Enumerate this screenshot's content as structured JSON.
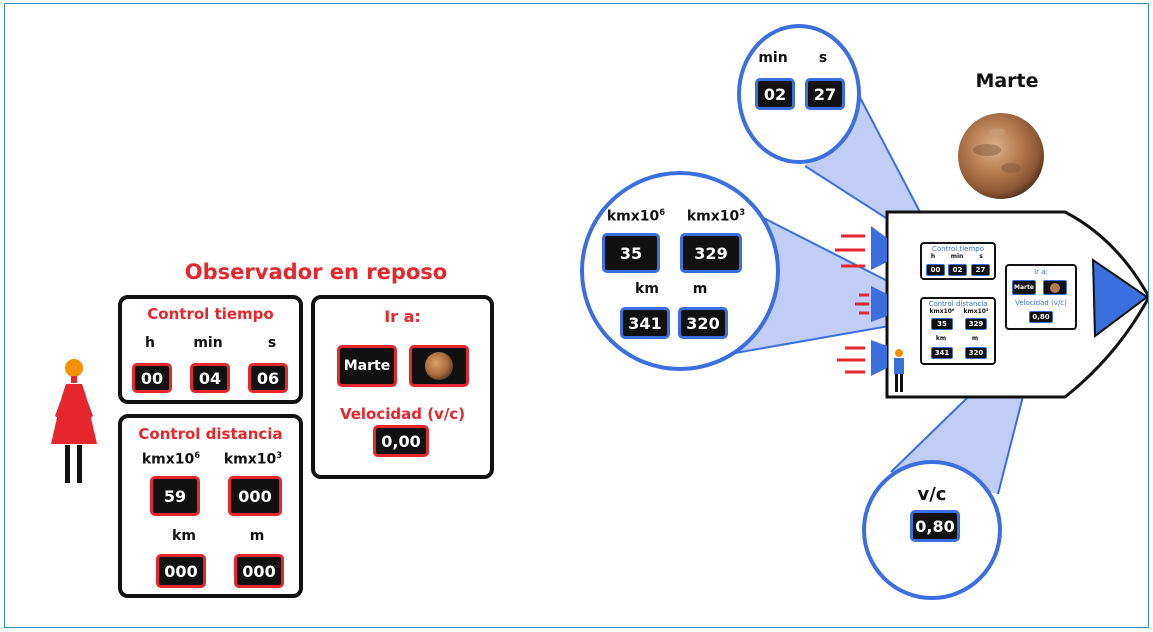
{
  "observer": {
    "title": "Observador en reposo",
    "time_panel": {
      "title": "Control tiempo",
      "labels": {
        "h": "h",
        "min": "min",
        "s": "s"
      },
      "values": {
        "h": "00",
        "min": "04",
        "s": "06"
      }
    },
    "distance_panel": {
      "title": "Control distancia",
      "labels": {
        "mkm": "kmx10",
        "mkm_exp": "6",
        "tkm": "kmx10",
        "tkm_exp": "3",
        "km": "km",
        "m": "m"
      },
      "values": {
        "mkm": "59",
        "tkm": "000",
        "km": "000",
        "m": "000"
      }
    },
    "goto_panel": {
      "title": "Ir a:",
      "destination_label": "Marte",
      "velocity_label": "Velocidad (v/c)",
      "velocity_value": "0,00"
    }
  },
  "ship": {
    "planet_label": "Marte",
    "zoom_time": {
      "labels": {
        "min": "min",
        "s": "s"
      },
      "values": {
        "min": "02",
        "s": "27"
      }
    },
    "zoom_distance": {
      "labels": {
        "mkm": "kmx10",
        "mkm_exp": "6",
        "tkm": "kmx10",
        "tkm_exp": "3",
        "km": "km",
        "m": "m"
      },
      "values": {
        "mkm": "35",
        "tkm": "329",
        "km": "341",
        "m": "320"
      }
    },
    "zoom_velocity": {
      "label": "v/c",
      "value": "0,80"
    },
    "mini_time": {
      "title": "Control tiempo",
      "labels": [
        "h",
        "min",
        "s"
      ],
      "values": [
        "00",
        "02",
        "27"
      ]
    },
    "mini_distance": {
      "title": "Control distancia",
      "labels": [
        "kmx10⁶",
        "kmx10³",
        "km",
        "m"
      ],
      "values": [
        "35",
        "329",
        "341",
        "320"
      ]
    },
    "mini_goto": {
      "title": "Ir a:",
      "destination": "Marte",
      "velocity_label": "Velocidad (v/c)",
      "velocity_value": "0,80"
    }
  },
  "colors": {
    "red": "#e5262c",
    "blue": "#3b6fe0",
    "frame": "#3a8fc6"
  },
  "icons": [
    "woman-observer-icon",
    "mars-planet-icon",
    "rocket-ship-icon",
    "astronaut-icon"
  ]
}
